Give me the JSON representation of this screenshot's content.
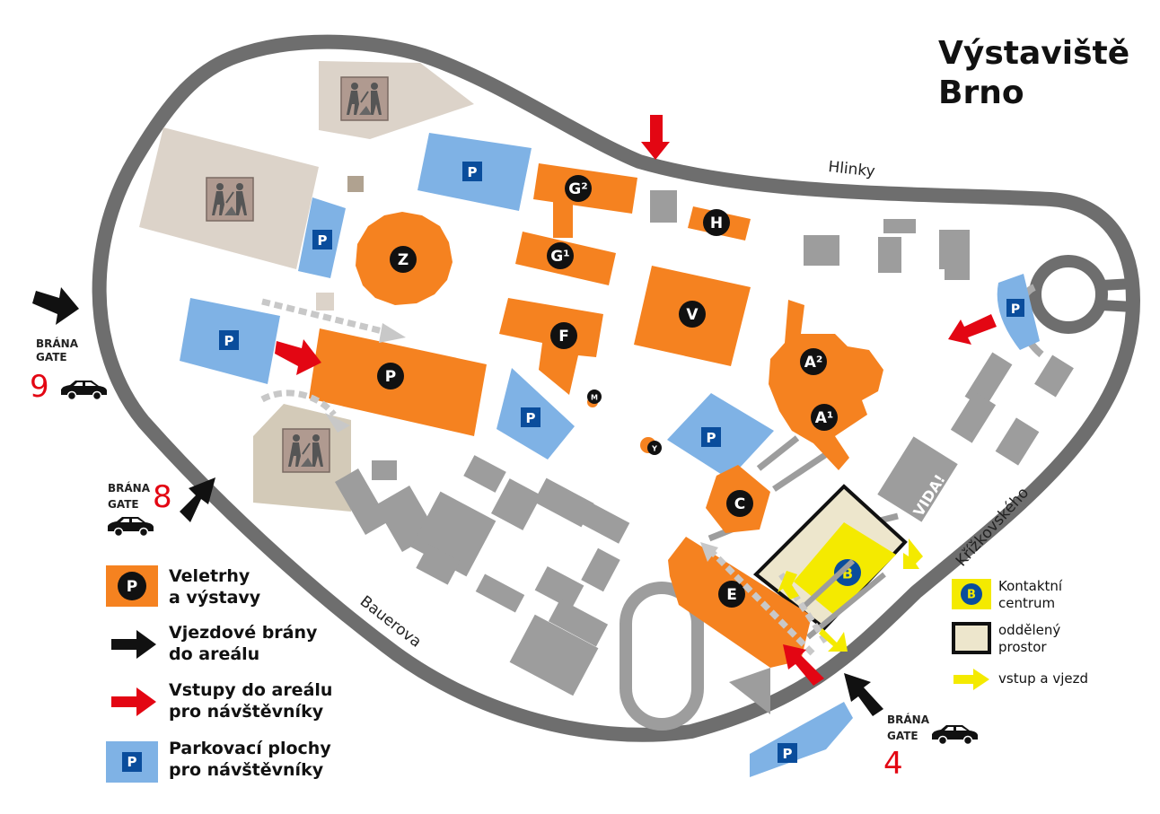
{
  "title": {
    "line1": "Výstaviště",
    "line2": "Brno"
  },
  "roads": {
    "hlinky": "Hlinky",
    "bauerova": "Bauerova",
    "krizkovskeho": "Křížkovského"
  },
  "halls": {
    "z": "Z",
    "g2": "G²",
    "g1": "G¹",
    "h": "H",
    "v": "V",
    "f": "F",
    "p": "P",
    "a2": "A²",
    "a1": "A¹",
    "c": "C",
    "e": "E",
    "m": "M",
    "y": "Y",
    "b": "B",
    "vida": "VIDA!"
  },
  "parking_label": "P",
  "gates": [
    {
      "small1": "BRÁNA",
      "small2": "GATE",
      "number": "9"
    },
    {
      "small1": "BRÁNA",
      "small2": "GATE",
      "number": "8"
    },
    {
      "small1": "BRÁNA",
      "small2": "GATE",
      "number": "4"
    }
  ],
  "legend": {
    "halls_marker": "P",
    "halls_line1": "Veletrhy",
    "halls_line2": "a výstavy",
    "gates_line1": "Vjezdové brány",
    "gates_line2": "do areálu",
    "entries_line1": "Vstupy do areálu",
    "entries_line2": "pro návštěvníky",
    "parking_marker": "P",
    "parking_line1": "Parkovací plochy",
    "parking_line2": "pro návštěvníky"
  },
  "legend2": {
    "contact_marker": "B",
    "contact_line1": "Kontaktní",
    "contact_line2": "centrum",
    "separate_line1": "oddělený",
    "separate_line2": "prostor",
    "entry_label": "vstup a vjezd"
  },
  "colors": {
    "hall": "#f58220",
    "parking": "#7fb2e5",
    "parking_marker": "#0a4d9c",
    "road": "#6e6e6e",
    "building": "#9d9d9d",
    "construction": "#d8cfc4",
    "entry_arrow": "#e30613",
    "gate_arrow": "#111111",
    "contact": "#f4ea00",
    "separate_area": "#ede6cc"
  },
  "icons": [
    "construction-icon",
    "car-icon",
    "arrow-icon"
  ]
}
